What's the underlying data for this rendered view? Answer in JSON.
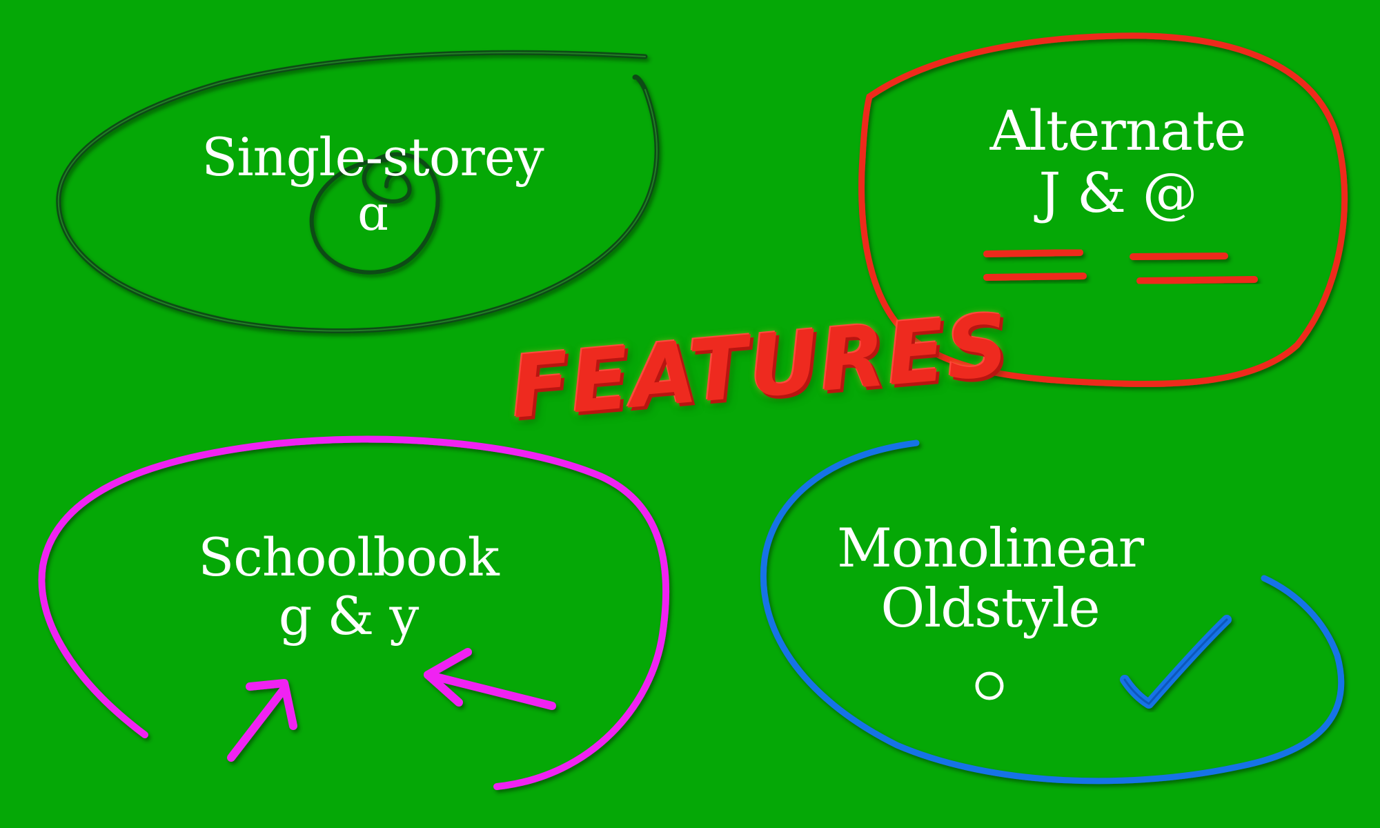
{
  "title": "FEATURES",
  "features": [
    {
      "lines": [
        "Single-storey",
        "ɑ"
      ],
      "outline_color": "#0b4b12"
    },
    {
      "lines": [
        "Alternate",
        "J & @"
      ],
      "outline_color": "#ee2a1f"
    },
    {
      "lines": [
        "Schoolbook",
        "g & y"
      ],
      "outline_color": "#f022f2"
    },
    {
      "lines": [
        "Monolinear",
        "Oldstyle",
        "o"
      ],
      "outline_color": "#1773e6"
    }
  ],
  "colors": {
    "background": "#05a806",
    "text": "#ffffff",
    "title": "#ee2a1f"
  },
  "icons": {
    "spiral": "spiral-scribble-icon",
    "equals_marks": "double-underline-icon",
    "arrows": "arrow-icon",
    "checkmark": "check-icon"
  }
}
